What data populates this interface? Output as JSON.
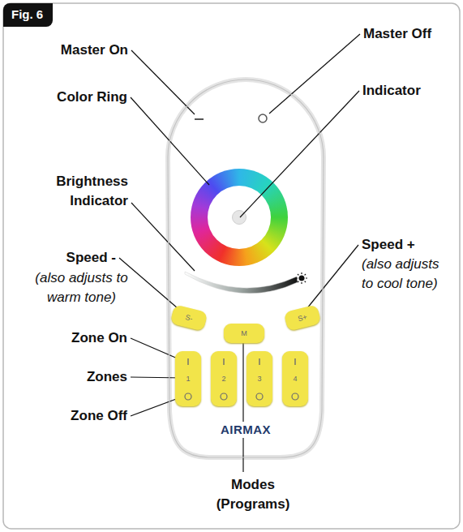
{
  "diagram": {
    "nodes": [
      {
        "text": [
          "Fig. 6"
        ]
      },
      {
        "text": [
          "AIRMAX"
        ]
      },
      {
        "text": [
          "S-"
        ],
        "in": 1
      },
      {
        "text": [
          "M"
        ],
        "in": 1
      },
      {
        "text": [
          "S+"
        ],
        "in": 1
      },
      {
        "text": [
          "1"
        ],
        "in": 1
      },
      {
        "text": [
          "2"
        ],
        "in": 1
      },
      {
        "text": [
          "3"
        ],
        "in": 1
      },
      {
        "text": [
          "4"
        ],
        "in": 1
      }
    ],
    "labels": [
      "Master On",
      "Master Off",
      "Color Ring",
      "Indicator",
      "Brightness Indicator",
      "Speed -",
      "(also adjusts to warm tone)",
      "Speed +",
      "(also adjusts to cool tone)",
      "Zone On",
      "Zones",
      "Zone Off",
      "Modes (Programs)"
    ]
  }
}
